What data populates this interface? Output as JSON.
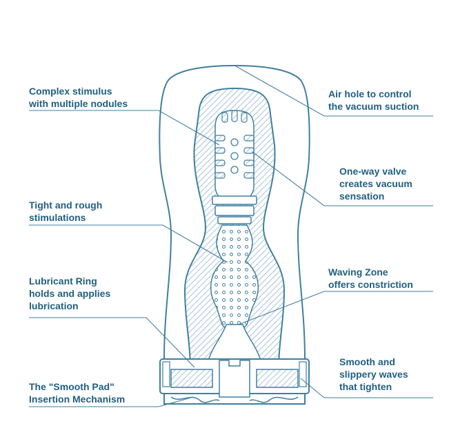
{
  "callouts": {
    "complex_stimulus": [
      "Complex stimulus",
      "with multiple nodules"
    ],
    "air_hole": [
      "Air hole to control",
      "the vacuum suction"
    ],
    "one_way_valve": [
      "One-way valve",
      "creates vacuum",
      "sensation"
    ],
    "tight_rough": [
      "Tight and rough",
      "stimulations"
    ],
    "lubricant_ring": [
      "Lubricant Ring",
      "holds and applies",
      "lubrication"
    ],
    "waving_zone": [
      "Waving Zone",
      "offers constriction"
    ],
    "smooth_pad": [
      "The \"Smooth Pad\"",
      "Insertion Mechanism"
    ],
    "smooth_slippery": [
      "Smooth and",
      "slippery waves",
      "that tighten"
    ]
  },
  "colors": {
    "line": "#3e7ea0",
    "hatch": "#8fb4c8",
    "text": "#1f5f80"
  }
}
